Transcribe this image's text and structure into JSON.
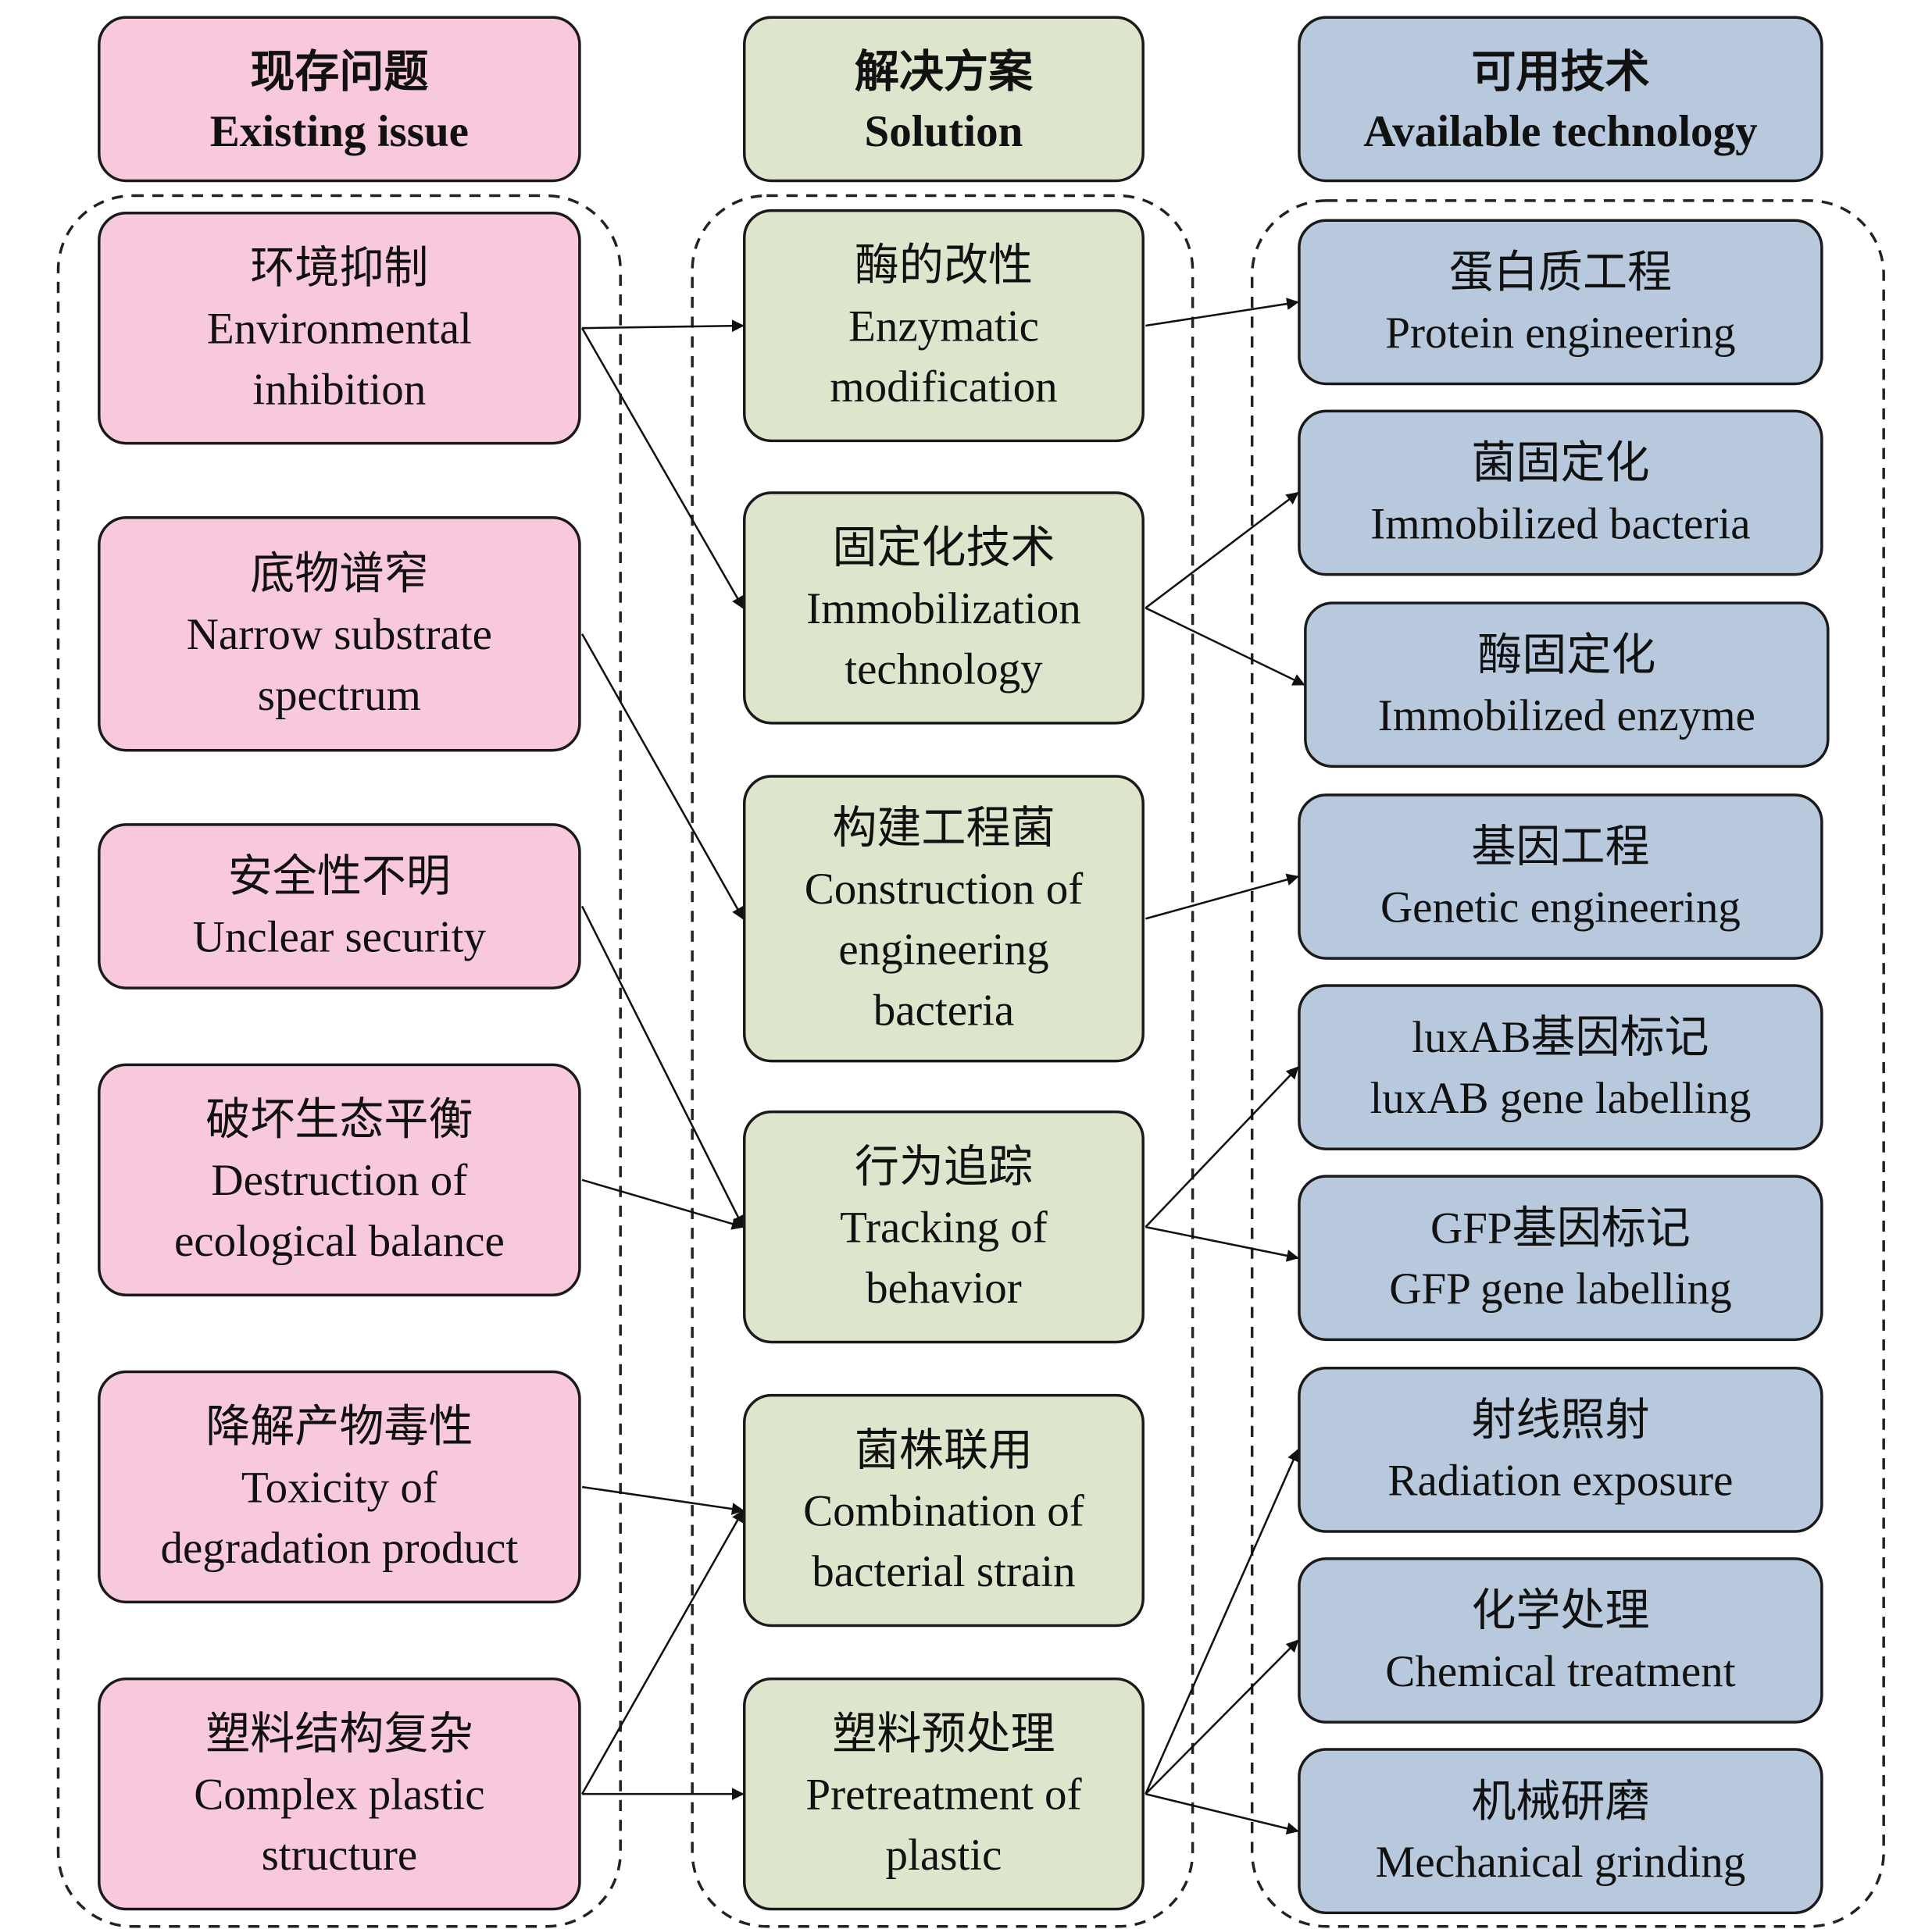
{
  "colors": {
    "issue": "#f8c8dc",
    "solution": "#dde6cc",
    "technology": "#b8c9dd",
    "border": "#1a1a1a"
  },
  "headers": [
    {
      "id": "issue",
      "zh": "现存问题",
      "en": "Existing issue"
    },
    {
      "id": "solution",
      "zh": "解决方案",
      "en": "Solution"
    },
    {
      "id": "technology",
      "zh": "可用技术",
      "en": "Available technology"
    }
  ],
  "issues": [
    {
      "id": "i1",
      "lines": [
        "环境抑制",
        "Environmental",
        "inhibition"
      ]
    },
    {
      "id": "i2",
      "lines": [
        "底物谱窄",
        "Narrow substrate",
        "spectrum"
      ]
    },
    {
      "id": "i3",
      "lines": [
        "安全性不明",
        "Unclear security"
      ]
    },
    {
      "id": "i4",
      "lines": [
        "破坏生态平衡",
        "Destruction of",
        "ecological balance"
      ]
    },
    {
      "id": "i5",
      "lines": [
        "降解产物毒性",
        "Toxicity of",
        "degradation product"
      ]
    },
    {
      "id": "i6",
      "lines": [
        "塑料结构复杂",
        "Complex plastic",
        "structure"
      ]
    }
  ],
  "solutions": [
    {
      "id": "s1",
      "lines": [
        "酶的改性",
        "Enzymatic",
        "modification"
      ]
    },
    {
      "id": "s2",
      "lines": [
        "固定化技术",
        "Immobilization",
        "technology"
      ]
    },
    {
      "id": "s3",
      "lines": [
        "构建工程菌",
        "Construction of",
        "engineering",
        "bacteria"
      ]
    },
    {
      "id": "s4",
      "lines": [
        "行为追踪",
        "Tracking of",
        "behavior"
      ]
    },
    {
      "id": "s5",
      "lines": [
        "菌株联用",
        "Combination of",
        "bacterial strain"
      ]
    },
    {
      "id": "s6",
      "lines": [
        "塑料预处理",
        "Pretreatment of",
        "plastic"
      ]
    }
  ],
  "technologies": [
    {
      "id": "t1",
      "lines": [
        "蛋白质工程",
        "Protein engineering"
      ]
    },
    {
      "id": "t2",
      "lines": [
        "菌固定化",
        "Immobilized bacteria"
      ]
    },
    {
      "id": "t3",
      "lines": [
        "酶固定化",
        "Immobilized enzyme"
      ]
    },
    {
      "id": "t4",
      "lines": [
        "基因工程",
        "Genetic engineering"
      ]
    },
    {
      "id": "t5",
      "lines": [
        "luxAB基因标记",
        "luxAB gene labelling"
      ]
    },
    {
      "id": "t6",
      "lines": [
        "GFP基因标记",
        "GFP gene labelling"
      ]
    },
    {
      "id": "t7",
      "lines": [
        "射线照射",
        "Radiation exposure"
      ]
    },
    {
      "id": "t8",
      "lines": [
        "化学处理",
        "Chemical treatment"
      ]
    },
    {
      "id": "t9",
      "lines": [
        "机械研磨",
        "Mechanical grinding"
      ]
    }
  ],
  "edges": [
    {
      "from": "i1",
      "to": "s1"
    },
    {
      "from": "i1",
      "to": "s2"
    },
    {
      "from": "i2",
      "to": "s3"
    },
    {
      "from": "i3",
      "to": "s4"
    },
    {
      "from": "i4",
      "to": "s4"
    },
    {
      "from": "i5",
      "to": "s5"
    },
    {
      "from": "i6",
      "to": "s5"
    },
    {
      "from": "i6",
      "to": "s6"
    },
    {
      "from": "s1",
      "to": "t1"
    },
    {
      "from": "s2",
      "to": "t2"
    },
    {
      "from": "s2",
      "to": "t3"
    },
    {
      "from": "s3",
      "to": "t4"
    },
    {
      "from": "s4",
      "to": "t5"
    },
    {
      "from": "s4",
      "to": "t6"
    },
    {
      "from": "s6",
      "to": "t7"
    },
    {
      "from": "s6",
      "to": "t8"
    },
    {
      "from": "s6",
      "to": "t9"
    }
  ]
}
